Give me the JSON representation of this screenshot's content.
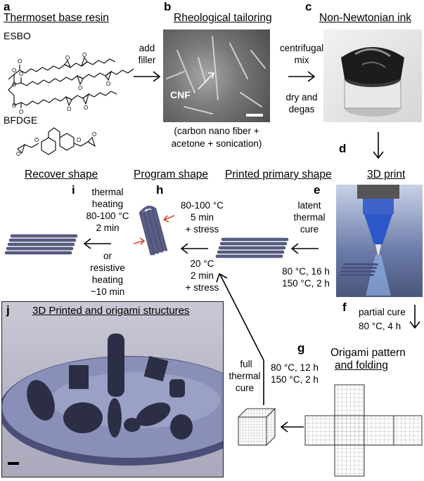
{
  "panels": {
    "a": {
      "letter": "a",
      "title": "Thermoset base resin",
      "label1": "ESBO",
      "label2": "BFDGE"
    },
    "b": {
      "letter": "b",
      "title": "Rheological tailoring",
      "cnf": "CNF",
      "caption1": "(carbon nano fiber +",
      "caption2": "acetone + sonication)"
    },
    "c": {
      "letter": "c",
      "title": "Non-Newtonian ink"
    },
    "d": {
      "letter": "d",
      "title": "3D print"
    },
    "e": {
      "letter": "e",
      "title": "Printed primary shape",
      "line1": "latent",
      "line2": "thermal",
      "line3": "cure",
      "cond1": "80 °C, 16 h",
      "cond2": "150 °C, 2 h"
    },
    "f": {
      "letter": "f",
      "line1": "partial cure",
      "line2": "80 °C, 4 h",
      "title1": "Origami pattern",
      "title2": "and folding"
    },
    "g": {
      "letter": "g",
      "line1": "full",
      "line2": "thermal",
      "line3": "cure",
      "cond1": "80 °C, 12 h",
      "cond2": "150 °C, 2 h"
    },
    "h": {
      "letter": "h",
      "title": "Program shape",
      "top1": "80-100 °C",
      "top2": "5 min",
      "top3": "+ stress",
      "bot1": "20 °C",
      "bot2": "2 min",
      "bot3": "+ stress"
    },
    "i": {
      "letter": "i",
      "title": "Recover shape",
      "l1": "thermal",
      "l2": "heating",
      "l3": "80-100 °C",
      "l4": "2 min",
      "l5": "or",
      "l6": "resistive",
      "l7": "heating",
      "l8": "~10 min"
    },
    "j": {
      "letter": "j",
      "title": "3D Printed and origami structures"
    }
  },
  "arrows": {
    "a_to_b_1": "add",
    "a_to_b_2": "filler",
    "b_to_c_1": "centrifugal",
    "b_to_c_2": "mix",
    "b_to_c_3": "dry and",
    "b_to_c_4": "degas"
  },
  "colors": {
    "lattice": "#5a5e86",
    "accent_arrow": "#d0472f",
    "print_blue": "#2d56c8",
    "photo_bg": "#b9b9c9"
  }
}
